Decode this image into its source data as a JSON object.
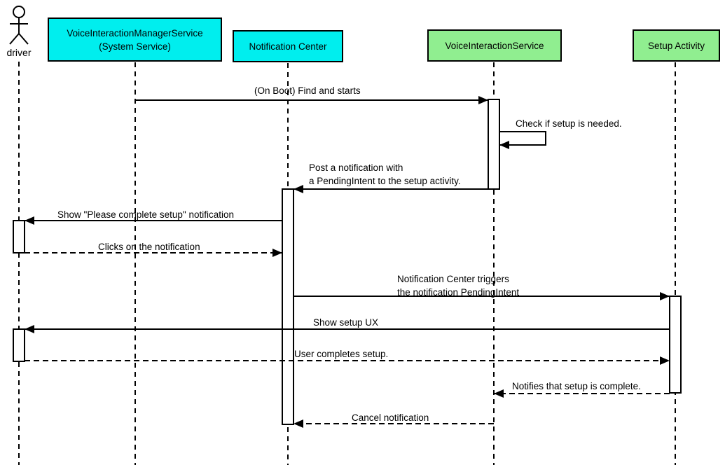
{
  "diagram_type": "uml-sequence-diagram",
  "colors": {
    "system_box_fill": "#00EEEE",
    "app_box_fill": "#90EE90",
    "box_border": "#000000",
    "line": "#000000",
    "background": "#FFFFFF"
  },
  "participants": [
    {
      "label": "driver",
      "type": "actor"
    },
    {
      "label": "VoiceInteractionManagerService\n(System Service)",
      "type": "system-service",
      "fill": "#00EEEE"
    },
    {
      "label": "Notification Center",
      "type": "system-service",
      "fill": "#00EEEE"
    },
    {
      "label": "VoiceInteractionService",
      "type": "app-service",
      "fill": "#90EE90"
    },
    {
      "label": "Setup Activity",
      "type": "app-activity",
      "fill": "#90EE90"
    }
  ],
  "messages": [
    {
      "from": "VoiceInteractionManagerService (System Service)",
      "to": "VoiceInteractionService",
      "text": "(On Boot) Find and starts",
      "line": "solid"
    },
    {
      "from": "VoiceInteractionService",
      "to": "VoiceInteractionService",
      "text": "Check if setup is needed.",
      "line": "self"
    },
    {
      "from": "VoiceInteractionService",
      "to": "Notification Center",
      "text": "Post a notification with\na PendingIntent to the setup activity.",
      "line": "solid"
    },
    {
      "from": "Notification Center",
      "to": "driver",
      "text": "Show \"Please complete setup\" notification",
      "line": "solid"
    },
    {
      "from": "driver",
      "to": "Notification Center",
      "text": "Clicks on the notification",
      "line": "dashed"
    },
    {
      "from": "Notification Center",
      "to": "Setup Activity",
      "text": "Notification Center triggers\nthe notification PendingIntent",
      "line": "solid"
    },
    {
      "from": "Setup Activity",
      "to": "driver",
      "text": "Show setup UX",
      "line": "solid"
    },
    {
      "from": "driver",
      "to": "Setup Activity",
      "text": "User completes setup.",
      "line": "dashed"
    },
    {
      "from": "Setup Activity",
      "to": "VoiceInteractionService",
      "text": "Notifies that setup is complete.",
      "line": "dashed"
    },
    {
      "from": "VoiceInteractionService",
      "to": "Notification Center",
      "text": "Cancel notification",
      "line": "dashed"
    }
  ]
}
